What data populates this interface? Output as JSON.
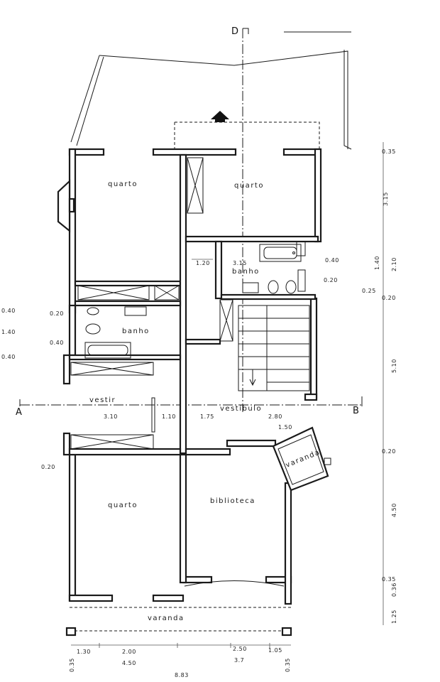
{
  "rooms": {
    "quarto_top_left": "quarto",
    "quarto_top_right": "quarto",
    "banho_top": "banho",
    "banho_left": "banho",
    "vestir": "vestir",
    "vestibulo": "vestíbulo",
    "varanda_side": "varanda",
    "quarto_bottom": "quarto",
    "biblioteca": "biblioteca",
    "varanda_bottom": "varanda"
  },
  "section_marks": {
    "a": "A",
    "b": "B",
    "d": "D"
  },
  "dimensions": {
    "d_120": "1.20",
    "d_315": "3.15",
    "d_040_bath": "0.40",
    "d_020_bath": "0.20",
    "d_310": "3.10",
    "d_110": "1.10",
    "d_175": "1.75",
    "d_280": "2.80",
    "d_150": "1.50",
    "d_left_020a": "0.20",
    "d_left_040": "0.40",
    "d_left_020b": "0.20",
    "d_far_040": "0.40",
    "d_far_140": "1.40",
    "d_far_040b": "0.40",
    "r_035": "0.35",
    "r_315": "3.15",
    "r_140": "1.40",
    "r_210": "2.10",
    "r_025": "0.25",
    "r_020": "0.20",
    "r_510": "5.10",
    "r_020b": "0.20",
    "r_450": "4.50",
    "r_035b": "0.35",
    "r_036": "0.36",
    "r_125": "1.25",
    "b_130": "1.30",
    "b_200": "2.00",
    "b_450": "4.50",
    "b_250": "2.50",
    "b_370": "3.7",
    "b_105": "1.05",
    "b_883": "8.83",
    "b_035a": "0.35",
    "b_035b": "0.35"
  }
}
